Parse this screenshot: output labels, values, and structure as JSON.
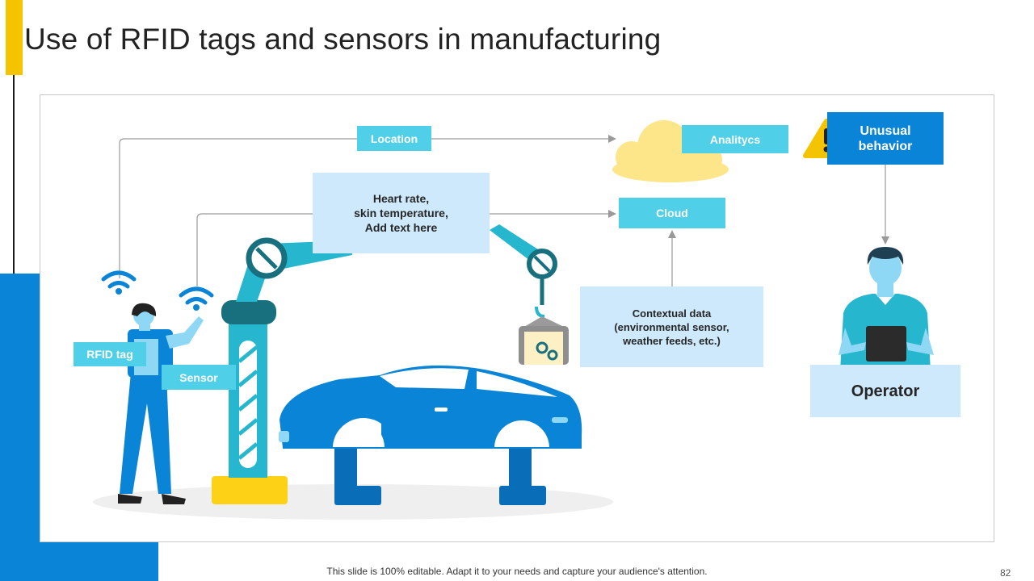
{
  "slide": {
    "title": "Use of RFID tags and sensors in manufacturing",
    "footer": "This slide is 100% editable. Adapt it to your needs and capture your audience's attention.",
    "page_number": "82"
  },
  "labels": {
    "location": "Location",
    "analytics": "Analitycs",
    "unusual_line1": "Unusual",
    "unusual_line2": "behavior",
    "heart_line1": "Heart rate,",
    "heart_line2": "skin temperature,",
    "heart_line3": "Add text here",
    "cloud": "Cloud",
    "context_line1": "Contextual data",
    "context_line2": "(environmental sensor,",
    "context_line3": "weather feeds, etc.)",
    "rfid_tag": "RFID tag",
    "sensor": "Sensor",
    "operator": "Operator"
  },
  "colors": {
    "accent_yellow": "#f5c400",
    "brand_blue": "#0a84d6",
    "label_cyan": "#4fd0e8",
    "pale_blue": "#cde9fb",
    "cloud_yellow": "#fde58a",
    "arrow_gray": "#9a9a9a"
  },
  "icons": [
    "wifi-icon",
    "warning-icon",
    "cloud-icon",
    "robot-arm-icon",
    "car-icon",
    "worker-icon",
    "operator-icon",
    "package-icon"
  ]
}
